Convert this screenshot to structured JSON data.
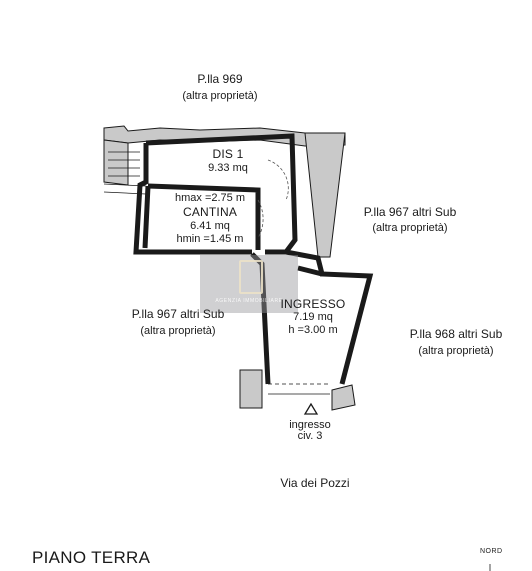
{
  "plan": {
    "title": "PIANO TERRA",
    "north_label": "NORD",
    "street": "Via dei Pozzi",
    "entrance": {
      "label_line1": "ingresso",
      "label_line2": "civ. 3"
    },
    "neighbors": {
      "top": {
        "parcel": "P.lla 969",
        "note": "(altra proprietà)"
      },
      "right_upper": {
        "parcel": "P.lla 967 altri Sub",
        "note": "(altra proprietà)"
      },
      "left": {
        "parcel": "P.lla 967 altri Sub",
        "note": "(altra proprietà)"
      },
      "right_lower": {
        "parcel": "P.lla 968 altri Sub",
        "note": "(altra proprietà)"
      }
    },
    "rooms": {
      "dis": {
        "name": "DIS 1",
        "area": "9.33 mq"
      },
      "cantina": {
        "name": "CANTINA",
        "area": "6.41 mq",
        "hmax": "hmax =2.75 m",
        "hmin": "hmin =1.45 m"
      },
      "ingresso": {
        "name": "INGRESSO",
        "area": "7.19 mq",
        "height": "h =3.00 m"
      }
    },
    "colors": {
      "wall": "#1a1a1a",
      "neighbor_wall": "#c9c9c9",
      "watermark": "#96969b"
    }
  }
}
